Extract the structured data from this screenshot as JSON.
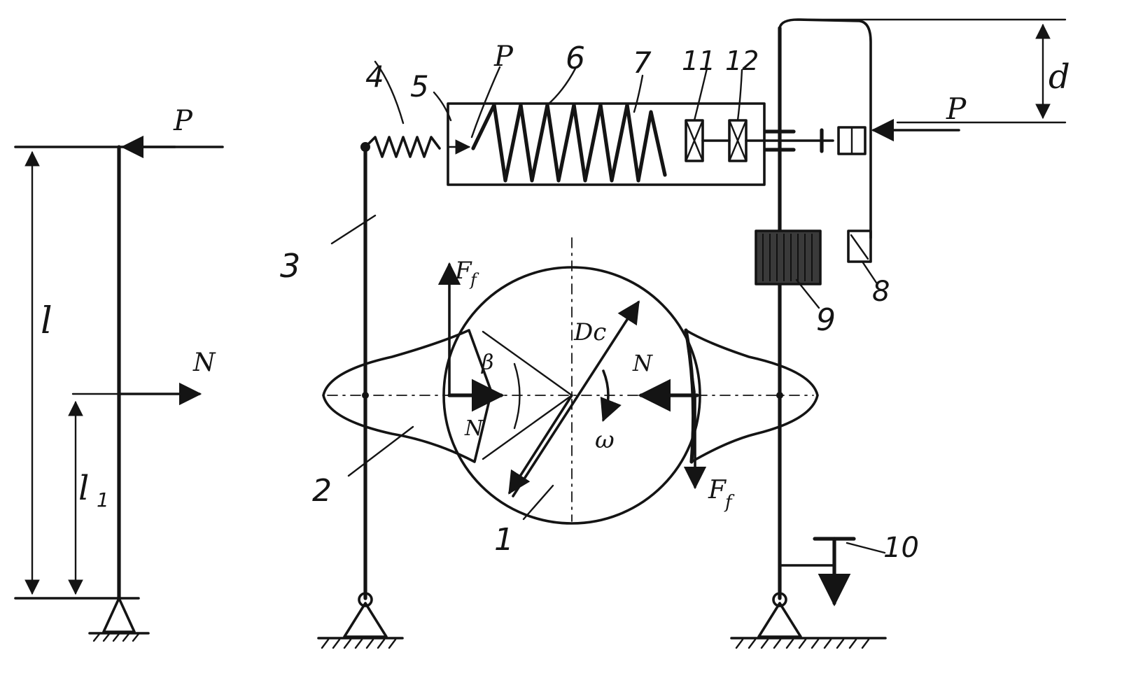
{
  "labels": {
    "left_P": "P",
    "left_l": "l",
    "left_l1": "l",
    "left_l1_sub": "1",
    "left_N": "N",
    "part_1": "1",
    "part_2": "2",
    "part_3": "3",
    "part_4": "4",
    "part_5": "5",
    "part_6": "6",
    "part_7": "7",
    "part_8": "8",
    "part_9": "9",
    "part_10": "10",
    "part_11": "11",
    "part_12": "12",
    "spring_P": "P",
    "right_P": "P",
    "d": "d",
    "Ff_top": "F",
    "Ff_top_sub": "f",
    "Ff_bottom": "F",
    "Ff_bottom_sub": "f",
    "N_right": "N",
    "N_left": "N",
    "beta": "β",
    "Dc": "Dc",
    "omega": "ω"
  }
}
